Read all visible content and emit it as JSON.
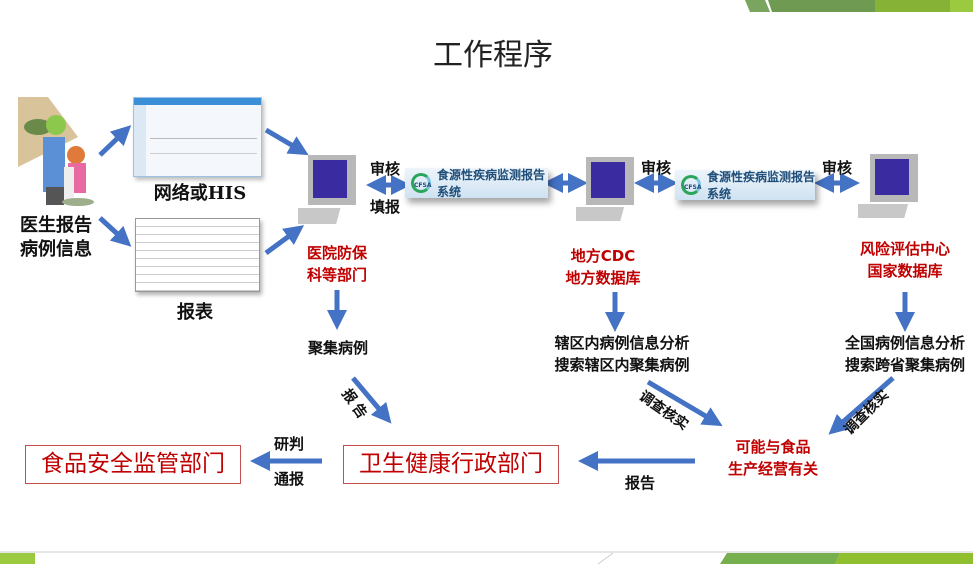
{
  "title": "工作程序",
  "doctor_label": [
    "医生报告",
    "病例信息"
  ],
  "network_label": "网络或HIS",
  "form_label": "报表",
  "hospital_label": [
    "医院防保",
    "科等部门"
  ],
  "cluster_label": "聚集病例",
  "review1": "审核",
  "fill1": "填报",
  "system_name": "食源性疾病监测报告系统",
  "system_logo": "CFSA",
  "review2": "审核",
  "review3": "审核",
  "cdc_label": [
    "地方CDC",
    "地方数据库"
  ],
  "national_label": [
    "风险评估中心",
    "国家数据库"
  ],
  "local_analysis": [
    "辖区内病例信息分析",
    "搜索辖区内聚集病例"
  ],
  "national_analysis": [
    "全国病例信息分析",
    "搜索跨省聚集病例"
  ],
  "report_diag": "报告",
  "verify1": "调查核实",
  "verify2": "调查核实",
  "food_related": [
    "可能与食品",
    "生产经营有关"
  ],
  "report_left": "报告",
  "health_dept": "卫生健康行政部门",
  "judge": "研判",
  "notify": "通报",
  "food_dept": "食品安全监管部门",
  "colors": {
    "arrow": "#4472c4",
    "red": "#c00000",
    "green": "#70a050"
  }
}
